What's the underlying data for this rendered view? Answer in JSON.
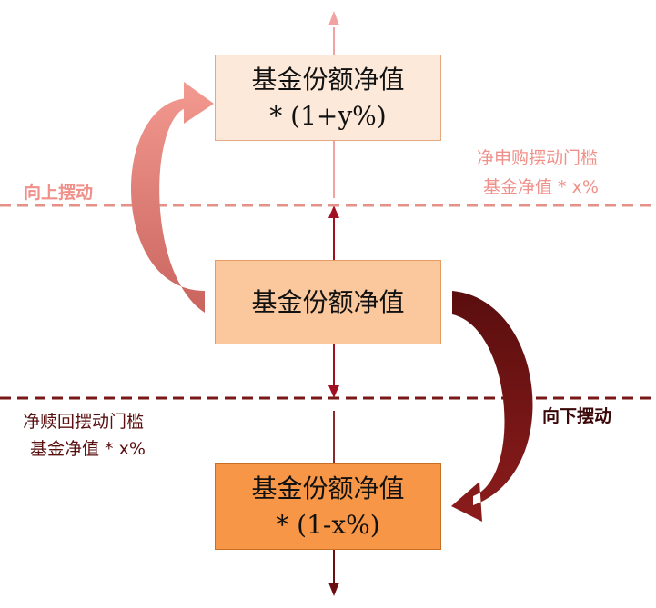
{
  "boxes": {
    "top": {
      "line1": "基金份额净值",
      "line2": "* (1+y%)"
    },
    "middle": {
      "line1": "基金份额净值"
    },
    "bottom": {
      "line1": "基金份额净值",
      "line2": "* (1-x%)"
    }
  },
  "labels": {
    "swing_up": "向上摆动",
    "swing_down": "向下摆动",
    "subscription_threshold": [
      "净申购摆动门槛",
      "基金净值 * x%"
    ],
    "redemption_threshold": [
      "净赎回摆动门槛",
      "基金净值 * x%"
    ]
  },
  "colors": {
    "top_box": "#fde9d9",
    "middle_box": "#fbc89e",
    "bottom_box": "#f79646",
    "upper_threshold_line": "#e6908a",
    "lower_threshold_line": "#7a1818",
    "swing_up_arrow": "#e8857e",
    "swing_down_arrow": "#7a1414"
  }
}
